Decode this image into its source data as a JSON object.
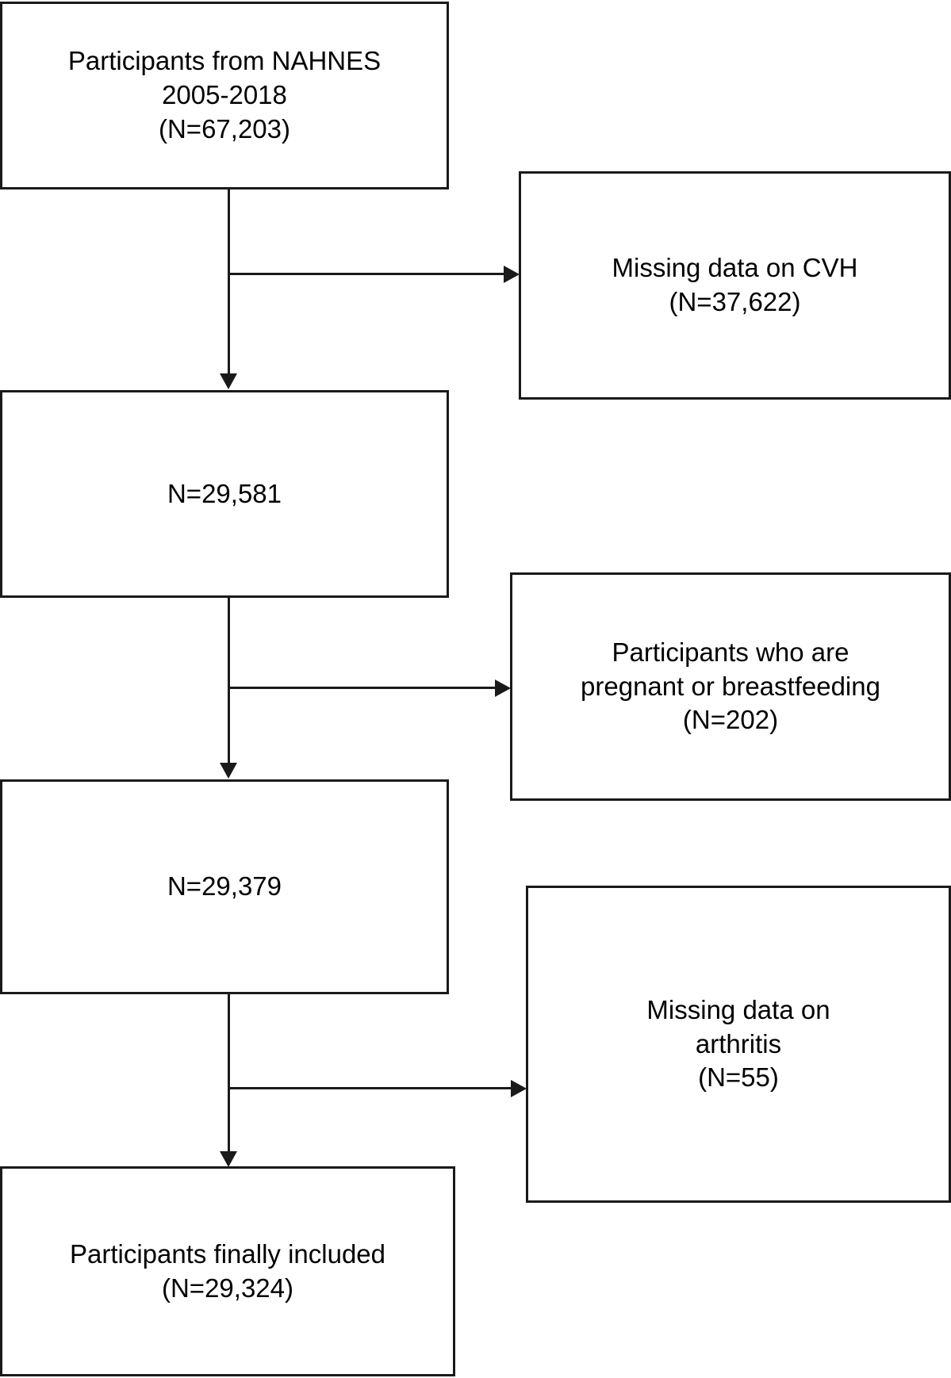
{
  "diagram": {
    "type": "flowchart",
    "title": "Participant selection flow diagram",
    "orientation": "top-to-bottom",
    "colors": {
      "line": "#1a1a1a",
      "background": "#ffffff",
      "text": "#000000"
    },
    "main_nodes": [
      {
        "id": "source",
        "text": "Participants from NAHNES\n2005-2018\n(N=67,203)",
        "count": 67203
      },
      {
        "id": "after-cvh",
        "text": "N=29,581",
        "count": 29581
      },
      {
        "id": "after-pregnancy",
        "text": "N=29,379",
        "count": 29379
      },
      {
        "id": "final",
        "text": "Participants finally included\n(N=29,324)",
        "count": 29324
      }
    ],
    "exclusion_nodes": [
      {
        "id": "excl-cvh",
        "text": "Missing data on CVH\n(N=37,622)",
        "count": 37622
      },
      {
        "id": "excl-pregnancy",
        "text": "Participants who are\npregnant or breastfeeding\n(N=202)",
        "count": 202
      },
      {
        "id": "excl-arthritis",
        "text": "Missing data on\narthritis\n(N=55)",
        "count": 55
      }
    ]
  }
}
